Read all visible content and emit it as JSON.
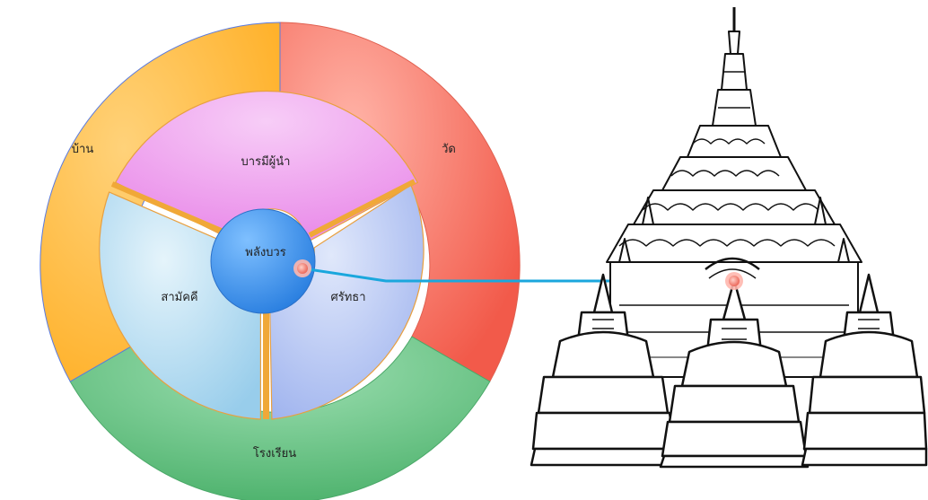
{
  "diagram": {
    "center": {
      "label": "พลังบวร",
      "color": "#3d8ee8"
    },
    "outer_ring": [
      {
        "label": "วัด",
        "color": "#f26a5a"
      },
      {
        "label": "โรงเรียน",
        "color": "#5cbf7a"
      },
      {
        "label": "บ้าน",
        "color": "#ffb530"
      }
    ],
    "inner_ring": [
      {
        "label": "บารมีผู้นำ",
        "color": "#ee9cf0"
      },
      {
        "label": "ศรัทธา",
        "color": "#aebff0"
      },
      {
        "label": "สามัคคี",
        "color": "#a6d6ef"
      }
    ],
    "connector_color": "#1aa7dd",
    "marker_color": "#f07a6e",
    "illustration": {
      "icon": "temple-pagoda-sketch-icon"
    }
  }
}
